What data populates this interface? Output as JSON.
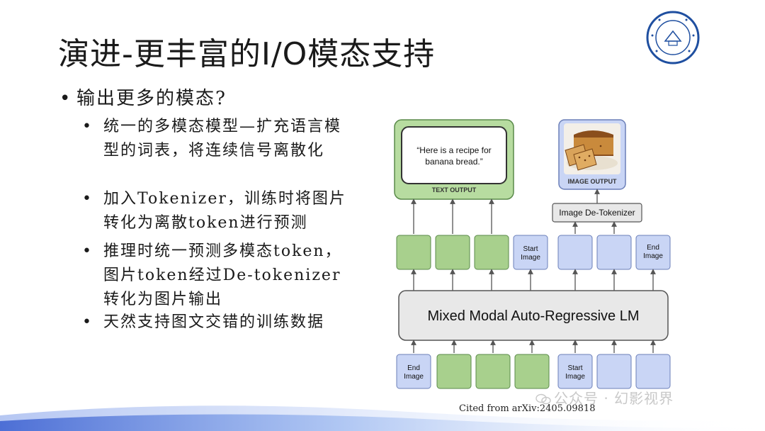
{
  "slide": {
    "title": "演进-更丰富的I/O模态支持",
    "bullet_main": "输出更多的模态?",
    "sub_bullets": [
      "统一的多模态模型—扩充语言模型的词表，将连续信号离散化",
      "加入Tokenizer，训练时将图片转化为离散token进行预测",
      "推理时统一预测多模态token，图片token经过De-tokenizer转化为图片输出",
      "天然支持图文交错的训练数据"
    ],
    "citation": "Cited from arXiv:2405.09818",
    "watermark": "公众号 · 幻影视界"
  },
  "diagram": {
    "text_output_quote": "“Here is a recipe for banana bread.”",
    "text_output_label": "TEXT OUTPUT",
    "image_output_label": "IMAGE OUTPUT",
    "detokenizer_label": "Image De-Tokenizer",
    "lm_label": "Mixed Modal Auto-Regressive LM",
    "top_start_image": [
      "Start",
      "Image"
    ],
    "top_end_image": [
      "End",
      "Image"
    ],
    "bottom_end_image": [
      "End",
      "Image"
    ],
    "bottom_start_image": [
      "Start",
      "Image"
    ]
  },
  "colors": {
    "text_token": "#a8d08d",
    "text_token_border": "#5a8a4a",
    "image_token": "#c9d5f5",
    "image_token_border": "#6b7fb8",
    "lm_fill": "#e8e8e8",
    "output_text_frame": "#b7dca0"
  }
}
